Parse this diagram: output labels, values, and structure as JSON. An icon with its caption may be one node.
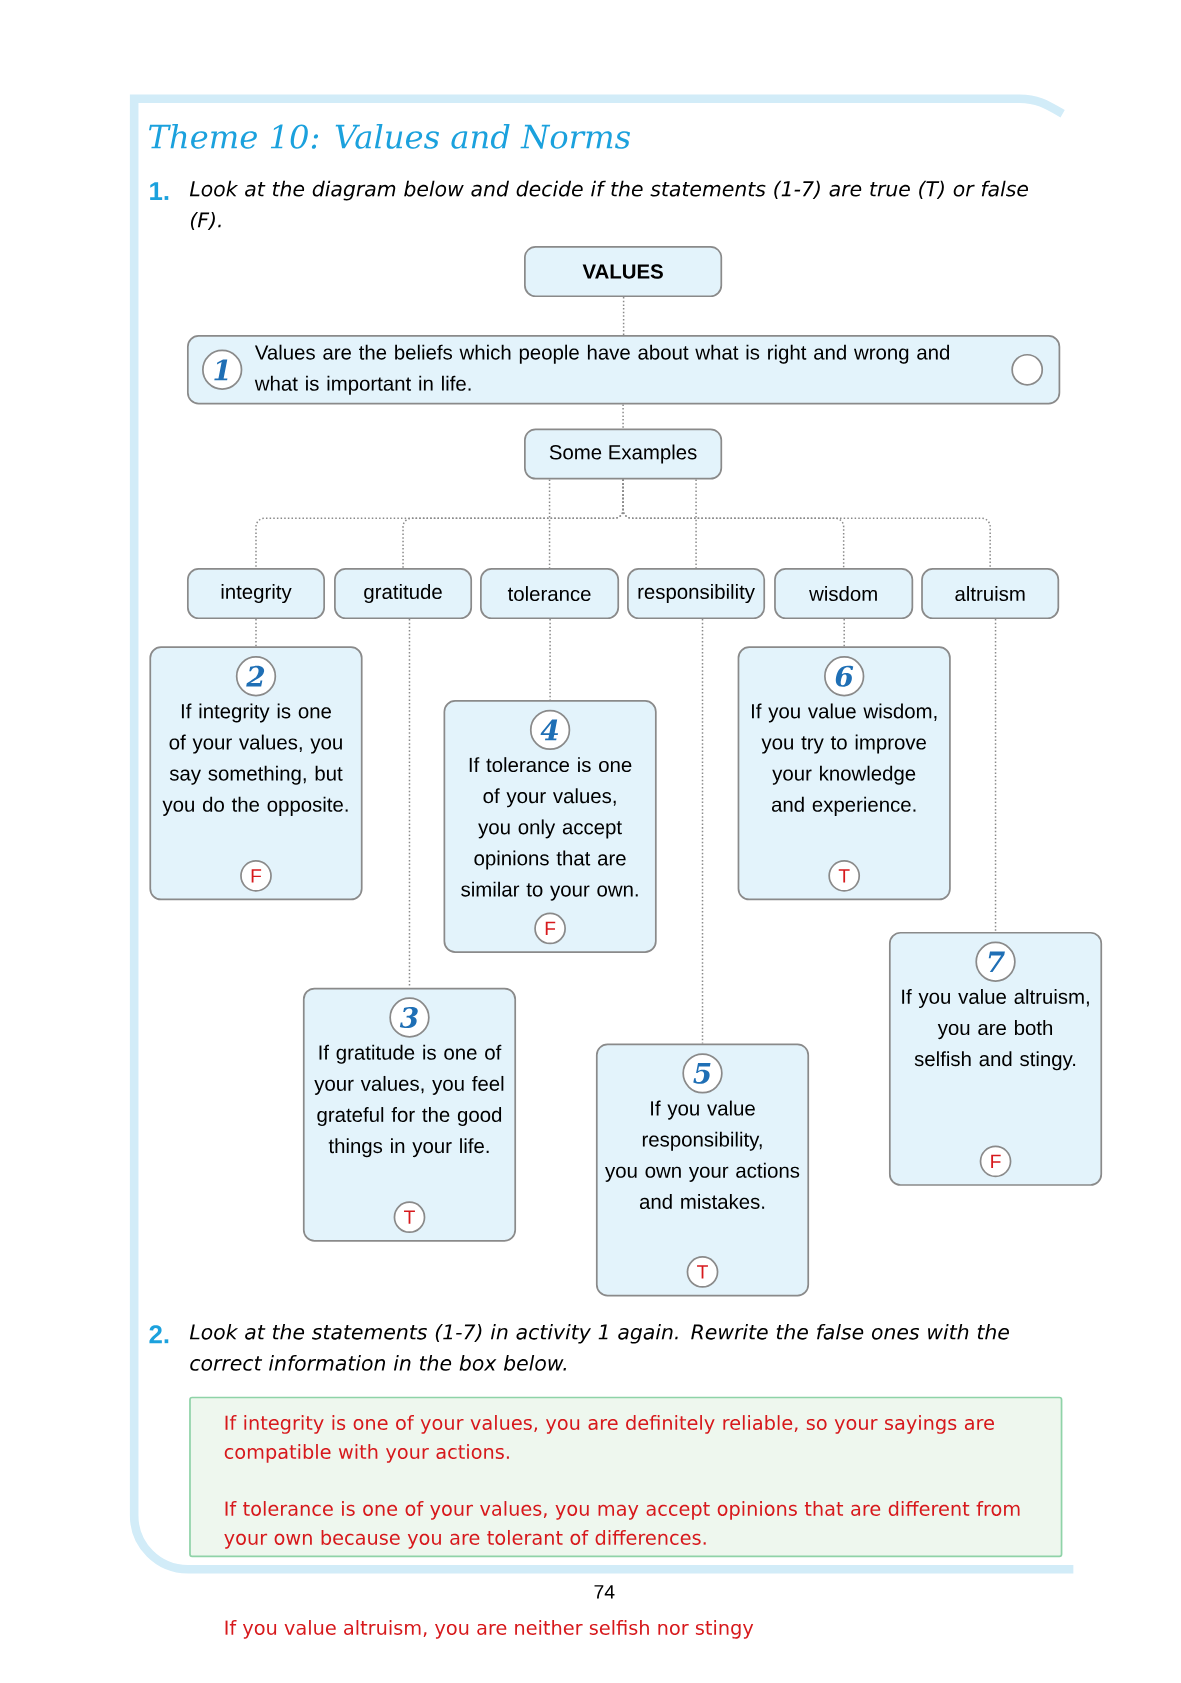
{
  "diagram": {
    "title": "Theme 10: Values and Norms",
    "nodes": [
      {
        "text": [
          "VALUES"
        ]
      },
      {
        "text": [
          "1",
          "Values are the beliefs which people have about what is right and wrong and what is important in life."
        ]
      },
      {
        "text": [
          "Some Examples"
        ]
      },
      {
        "text": [
          "integrity"
        ]
      },
      {
        "text": [
          "gratitude"
        ]
      },
      {
        "text": [
          "tolerance"
        ]
      },
      {
        "text": [
          "responsibility"
        ]
      },
      {
        "text": [
          "wisdom"
        ]
      },
      {
        "text": [
          "altruism"
        ]
      },
      {
        "text": [
          "2",
          "If integrity is one of your values, you say something, but you do the opposite.",
          "F"
        ]
      },
      {
        "text": [
          "4",
          "If tolerance is one of your values, you only accept opinions that are similar to your own.",
          "F"
        ]
      },
      {
        "text": [
          "6",
          "If you value wisdom, you try to improve your knowledge and experience.",
          "T"
        ]
      },
      {
        "text": [
          "3",
          "If gratitude is one of your values, you feel grateful for the good things in your life.",
          "T"
        ]
      },
      {
        "text": [
          "5",
          "If you value responsibility, you own your actions and mistakes.",
          "T"
        ]
      },
      {
        "text": [
          "7",
          "If you value altruism, you are both selfish and stingy.",
          "F"
        ]
      },
      {
        "text": [
          "If integrity is one of your values, you are definitely reliable, so your sayings are compatible with your actions.",
          "If tolerance is one of your values, you may accept opinions that are different from your own because you are tolerant of differences."
        ]
      }
    ],
    "edges": [
      {
        "from": 0,
        "to": 1,
        "arrow": "none"
      },
      {
        "from": 1,
        "to": 2,
        "arrow": "none"
      },
      {
        "from": 2,
        "to": 3,
        "arrow": "none"
      },
      {
        "from": 2,
        "to": 4,
        "arrow": "none"
      },
      {
        "from": 2,
        "to": 5,
        "arrow": "none"
      },
      {
        "from": 2,
        "to": 6,
        "arrow": "none"
      },
      {
        "from": 2,
        "to": 7,
        "arrow": "none"
      },
      {
        "from": 2,
        "to": 8,
        "arrow": "none"
      },
      {
        "from": 3,
        "to": 9,
        "arrow": "none"
      },
      {
        "from": 4,
        "to": 12,
        "arrow": "none"
      },
      {
        "from": 5,
        "to": 10,
        "arrow": "none"
      },
      {
        "from": 6,
        "to": 13,
        "arrow": "none"
      },
      {
        "from": 7,
        "to": 11,
        "arrow": "none"
      },
      {
        "from": 8,
        "to": 14,
        "arrow": "none"
      }
    ],
    "labels": [
      "1.",
      "Look at the diagram below and decide if the statements (1-7) are true (T) or false (F).",
      "2.",
      "Look at the statements (1-7) in activity 1 again. Rewrite the false ones with the correct information in the box below.",
      "74",
      "If you value altruism, you are neither selfish nor stingy"
    ]
  }
}
